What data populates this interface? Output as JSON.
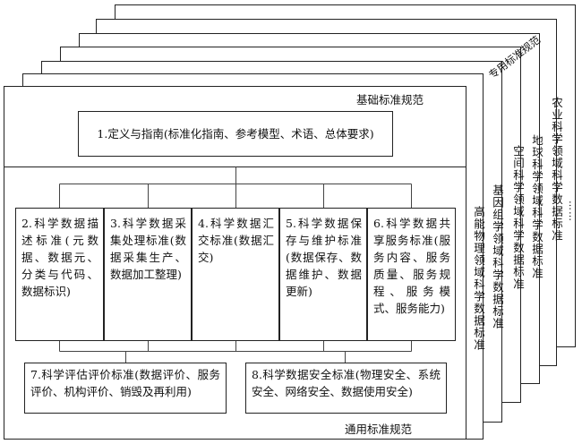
{
  "stack": {
    "label_special": "专用标准规范",
    "domains": [
      "农业科学领域科学数据标准",
      "地球科学领域科学数据标准",
      "空间科学领域科学数据标准",
      "基因组学领域科学数据标准",
      "高能物理领域科学数据标准"
    ],
    "ellipsis": "……"
  },
  "front": {
    "label_basic": "基础标准规范",
    "label_general": "通用标准规范",
    "box1": "1.定义与指南(标准化指南、参考模型、术语、总体要求)",
    "boxes": [
      "2.科学数据描述标准(元数据、数据元、分类与代码、数据标识)",
      "3.科学数据采集处理标准(数据采集生产、数据加工整理)",
      "4.科学数据汇交标准(数据汇交)",
      "5.科学数据保存与维护标准(数据保存、数据维护、数据更新)",
      "6.科学数据共享服务标准(服务内容、服务质量、服务规程、服务模式、服务能力)"
    ],
    "box7": "7.科学评估评价标准(数据评价、服务评价、机构评价、销毁及再利用)",
    "box8": "8.科学数据安全标准(物理安全、系统安全、网络安全、数据使用安全)"
  }
}
